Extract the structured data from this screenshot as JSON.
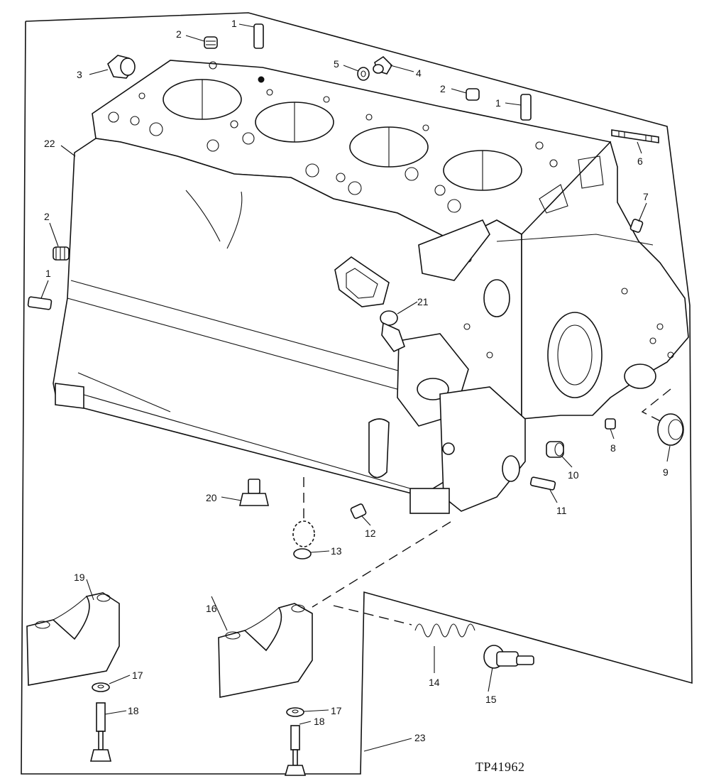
{
  "figure": {
    "id_label": "TP41962"
  },
  "callouts": [
    {
      "num": "1"
    },
    {
      "num": "2"
    },
    {
      "num": "3"
    },
    {
      "num": "5"
    },
    {
      "num": "4"
    },
    {
      "num": "2"
    },
    {
      "num": "1"
    },
    {
      "num": "22"
    },
    {
      "num": "6"
    },
    {
      "num": "7"
    },
    {
      "num": "2"
    },
    {
      "num": "1"
    },
    {
      "num": "21"
    },
    {
      "num": "8"
    },
    {
      "num": "9"
    },
    {
      "num": "10"
    },
    {
      "num": "20"
    },
    {
      "num": "11"
    },
    {
      "num": "12"
    },
    {
      "num": "13"
    },
    {
      "num": "19"
    },
    {
      "num": "16"
    },
    {
      "num": "17"
    },
    {
      "num": "17"
    },
    {
      "num": "14"
    },
    {
      "num": "15"
    },
    {
      "num": "18"
    },
    {
      "num": "18"
    },
    {
      "num": "23"
    }
  ]
}
